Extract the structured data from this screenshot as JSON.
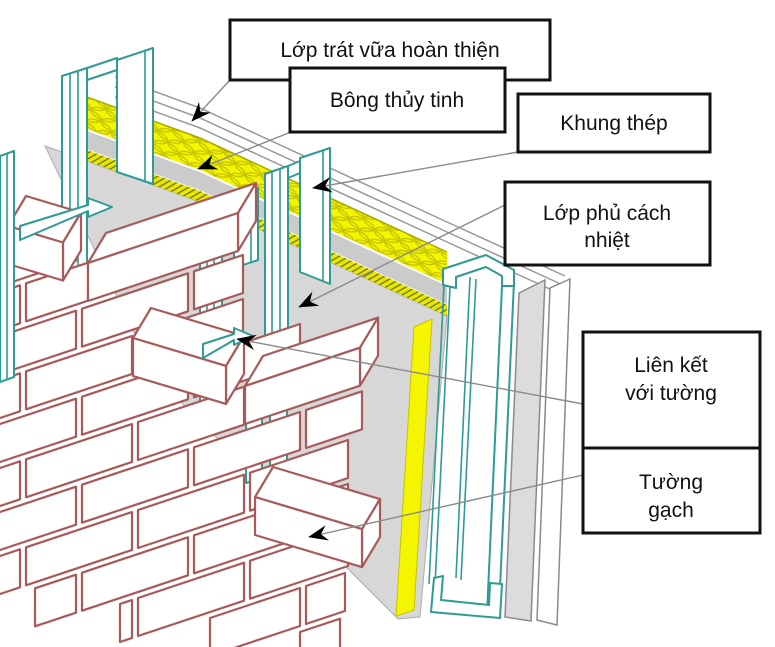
{
  "diagram": {
    "kind": "wall-insulation-construction-detail",
    "language": "vi"
  },
  "labels": {
    "finish_plaster": {
      "text": "Lớp trát vữa hoàn thiện"
    },
    "glass_wool": {
      "text": "Bông thủy tinh"
    },
    "steel_frame": {
      "text": "Khung thép"
    },
    "insulation_cover": {
      "line1": "Lớp phủ cách",
      "line2": "nhiệt"
    },
    "wall_tie": {
      "line1": "Liên kết",
      "line2": "với tường"
    },
    "brick_wall": {
      "line1": "Tường",
      "line2": "gạch"
    }
  },
  "colors": {
    "steel_frame_teal": "#2E9B94",
    "brick_outline": "#A85A5A",
    "glass_wool_yellow": "#F5F500",
    "wool_pattern": "#C4C400",
    "cover_gray": "#D7D7D7",
    "leader_gray": "#8A8A8A",
    "label_border": "#111111"
  }
}
